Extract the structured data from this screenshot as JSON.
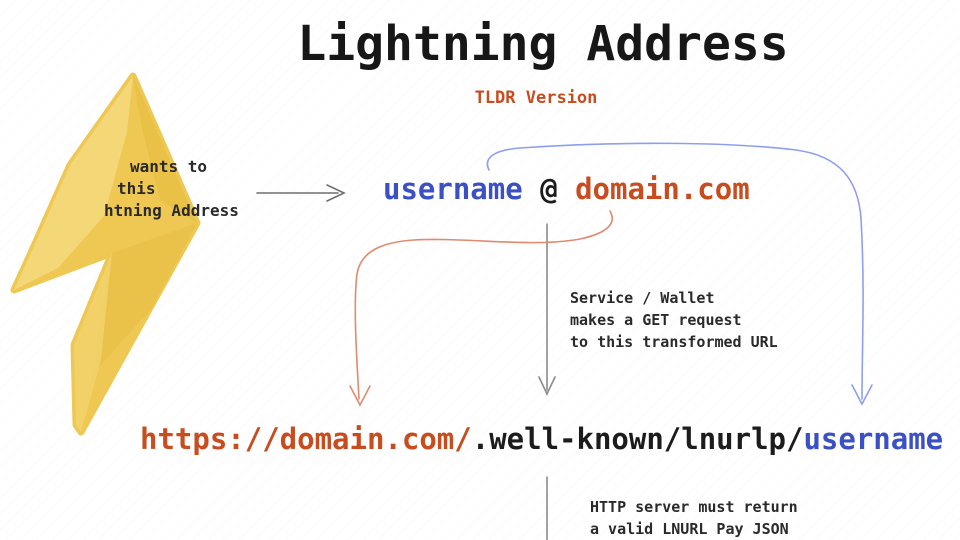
{
  "title": "Lightning Address",
  "subtitle": "TLDR Version",
  "payer_note": {
    "line1": "wants to",
    "line2": "this",
    "line3": "htning Address"
  },
  "address": {
    "username": "username",
    "separator": " @ ",
    "domain": "domain.com"
  },
  "service_note": {
    "line1": "Service / Wallet",
    "line2": "makes a GET request",
    "line3": "to this transformed URL"
  },
  "transformed_url": {
    "origin": "https://domain.com/",
    "path": ".well-known/lnurlp/",
    "username": "username"
  },
  "server_note": {
    "line1": "HTTP server must return",
    "line2": "a valid LNURL Pay JSON"
  },
  "icons": {
    "lightning_bolt": "lightning-bolt-icon"
  },
  "colors": {
    "accent_orange": "#c94c1f",
    "accent_blue": "#3b50c4",
    "curve_orange": "#e08a70",
    "curve_blue": "#8f9ff0",
    "arrow_gray": "#6f6f6f",
    "bolt_yellow": "#eec853",
    "bolt_light": "#f5da7e",
    "bolt_dark": "#e7bd41",
    "text_black": "#1c1c1c"
  }
}
